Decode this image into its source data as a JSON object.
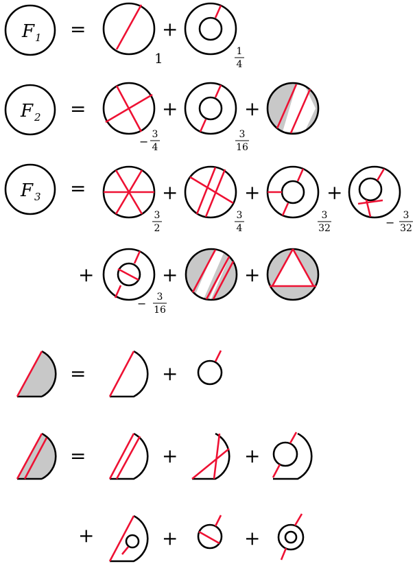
{
  "colors": {
    "chord": "#ee1133",
    "outline": "#000000",
    "shade": "#c8c8c8",
    "background": "#ffffff"
  },
  "operators": {
    "equals": "=",
    "plus": "+"
  },
  "rows": [
    {
      "label_base": "F",
      "label_sub": "1",
      "coefficients": [
        {
          "sign": "",
          "numerator": "1",
          "denominator": ""
        },
        {
          "sign": "",
          "numerator": "1",
          "denominator": "4"
        }
      ]
    },
    {
      "label_base": "F",
      "label_sub": "2",
      "coefficients": [
        {
          "sign": "−",
          "numerator": "3",
          "denominator": "4"
        },
        {
          "sign": "",
          "numerator": "3",
          "denominator": "16"
        }
      ]
    },
    {
      "label_base": "F",
      "label_sub": "3",
      "coefficients": [
        {
          "sign": "",
          "numerator": "3",
          "denominator": "2"
        },
        {
          "sign": "",
          "numerator": "3",
          "denominator": "4"
        },
        {
          "sign": "",
          "numerator": "3",
          "denominator": "32"
        },
        {
          "sign": "−",
          "numerator": "3",
          "denominator": "32"
        },
        {
          "sign": "−",
          "numerator": "3",
          "denominator": "16"
        }
      ]
    }
  ]
}
